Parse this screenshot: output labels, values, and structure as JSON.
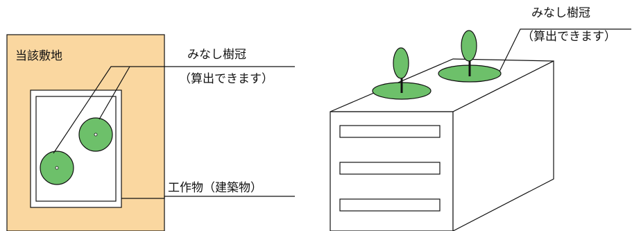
{
  "colors": {
    "site_fill": "#fad7a0",
    "canopy_fill": "#6dc06a",
    "line": "#111111",
    "background": "#ffffff"
  },
  "left_diagram": {
    "site_label": "当該敷地",
    "canopy_label_line1": "みなし樹冠",
    "canopy_label_line2": "（算出できます）",
    "structure_label": "工作物（建築物）"
  },
  "right_diagram": {
    "canopy_label_line1": "みなし樹冠",
    "canopy_label_line2": "（算出できます）"
  }
}
